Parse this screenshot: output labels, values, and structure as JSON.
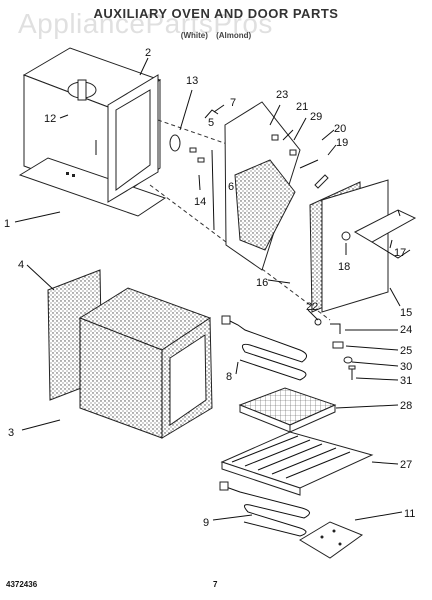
{
  "header": {
    "title": "AUXILIARY OVEN AND DOOR PARTS",
    "colors": "(White) (Almond)",
    "watermark": "AppliancePartsPros"
  },
  "footer": {
    "doc_number": "4372436",
    "page_number": "7"
  },
  "callouts": [
    "1",
    "2",
    "3",
    "4",
    "5",
    "6",
    "7",
    "8",
    "9",
    "11",
    "12",
    "13",
    "14",
    "15",
    "16",
    "17",
    "18",
    "19",
    "20",
    "21",
    "22",
    "23",
    "24",
    "25",
    "27",
    "28",
    "29",
    "30",
    "31"
  ]
}
